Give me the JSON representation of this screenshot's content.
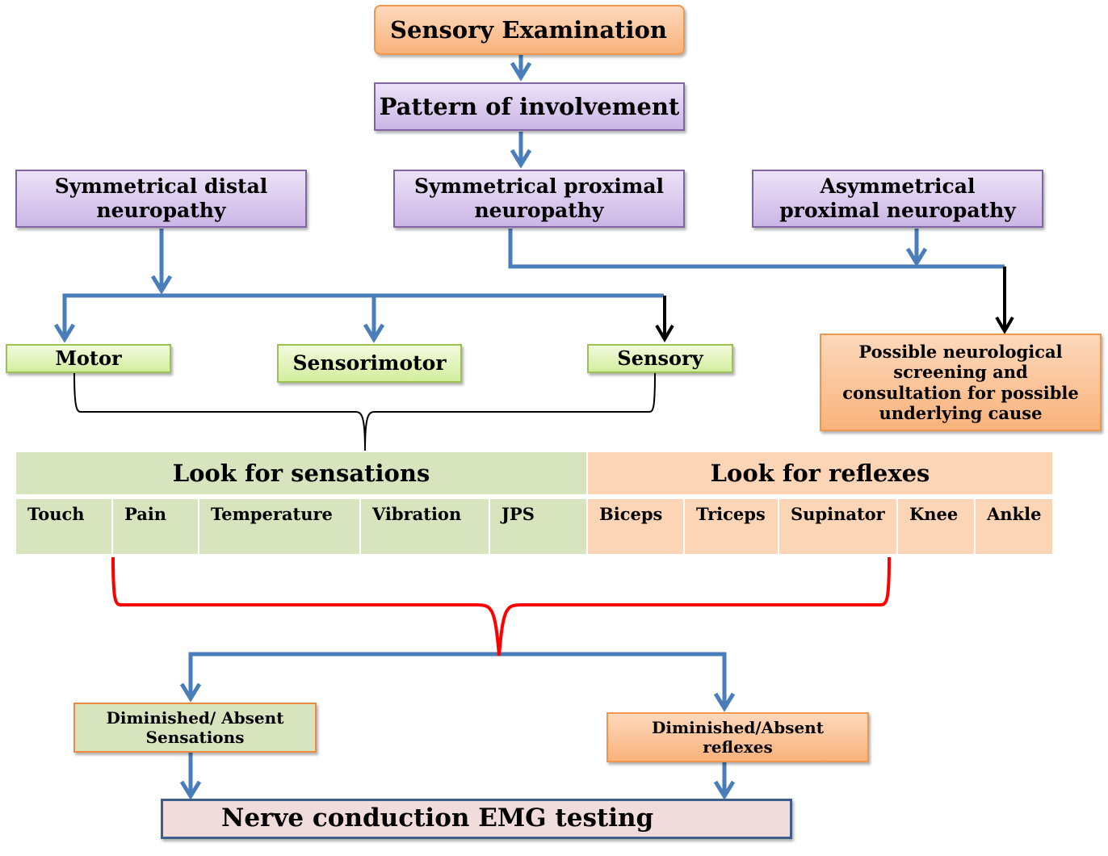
{
  "title_box": {
    "label": "Sensory Examination"
  },
  "pattern_box": {
    "label": "Pattern of involvement"
  },
  "patterns": [
    {
      "label": "Symmetrical distal neuropathy"
    },
    {
      "label": "Symmetrical proximal neuropathy"
    },
    {
      "label": "Asymmetrical proximal neuropathy"
    }
  ],
  "neuro_box": {
    "label": "Possible neurological screening and consultation for possible underlying cause"
  },
  "types": [
    {
      "label": "Motor"
    },
    {
      "label": "Sensorimotor"
    },
    {
      "label": "Sensory"
    }
  ],
  "sensations": {
    "header": "Look for sensations",
    "items": [
      "Touch",
      "Pain",
      "Temperature",
      "Vibration",
      "JPS"
    ]
  },
  "reflexes": {
    "header": "Look for reflexes",
    "items": [
      "Biceps",
      "Triceps",
      "Supinator",
      "Knee",
      "Ankle"
    ]
  },
  "outcomes": [
    {
      "label": "Diminished/ Absent Sensations"
    },
    {
      "label": "Diminished/Absent reflexes"
    }
  ],
  "final_box": {
    "label": "Nerve conduction EMG testing"
  },
  "colors": {
    "arrow_blue": "#4a7ebb",
    "arrow_black": "#000000",
    "brace_red": "#ff0000",
    "sensation_fill": "#d8e4bd",
    "reflex_fill": "#fbd5b5"
  }
}
